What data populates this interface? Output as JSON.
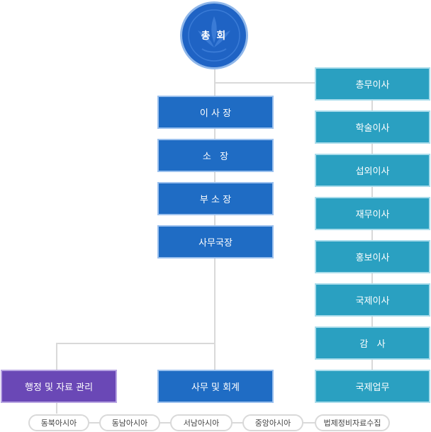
{
  "root": {
    "label": "총 회"
  },
  "center": [
    "이 사 장",
    "소   장",
    "부 소 장",
    "사무국장"
  ],
  "right": [
    "총무이사",
    "학술이사",
    "섭외이사",
    "재무이사",
    "홍보이사",
    "국제이사",
    "감   사",
    "국제업무"
  ],
  "bottom": {
    "admin": "행정 및 자료 관리",
    "accounting": "사무 및 회계"
  },
  "regions": [
    "동북아시아",
    "동남아시아",
    "서남아시아",
    "중앙아시아",
    "법제정비자료수집"
  ],
  "colors": {
    "blue": "#1f6cc4",
    "teal": "#2aa0c1",
    "purple": "#6a48b6",
    "line": "#d9d9d9"
  }
}
